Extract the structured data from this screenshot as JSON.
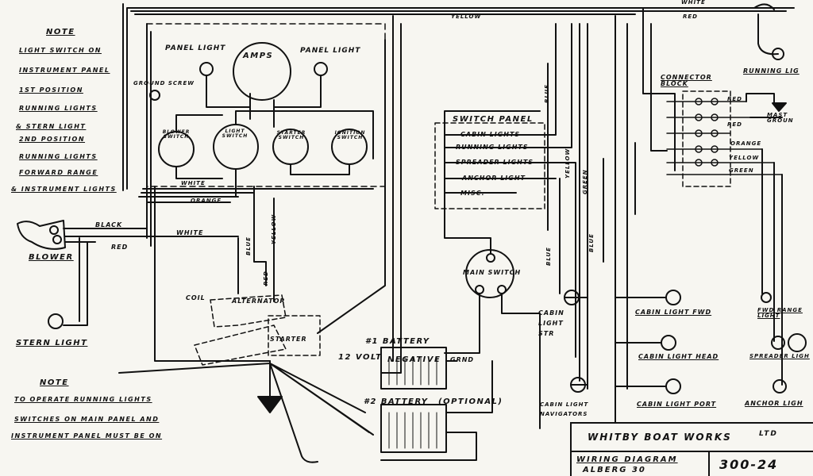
{
  "notes": {
    "top": {
      "heading": "NOTE",
      "lines": [
        "LIGHT SWITCH ON",
        "INSTRUMENT PANEL",
        "1ST POSITION",
        "RUNNING LIGHTS",
        "& STERN LIGHT",
        "2ND POSITION",
        "RUNNING LIGHTS",
        "FORWARD RANGE",
        "& INSTRUMENT LIGHTS"
      ]
    },
    "bottom": {
      "heading": "NOTE",
      "lines": [
        "TO OPERATE RUNNING LIGHTS",
        "SWITCHES ON MAIN PANEL AND",
        "INSTRUMENT PANEL MUST BE ON"
      ]
    }
  },
  "instrument_panel": {
    "panel_light_left": "PANEL LIGHT",
    "panel_light_right": "PANEL LIGHT",
    "amps": "AMPS",
    "ground_screw": "GROUND SCREW",
    "blower_switch": "BLOWER SWITCH",
    "light_switch": "LIGHT SWITCH",
    "starter_switch": "STARTER SWITCH",
    "ignition_switch": "IGNITION SWITCH"
  },
  "switch_panel": {
    "title": "SWITCH PANEL",
    "items": [
      "CABIN LIGHTS",
      "RUNNING LIGHTS",
      "SPREADER LIGHTS",
      "ANCHOR LIGHT",
      "MISC."
    ]
  },
  "connector_block": {
    "title": "CONNECTOR BLOCK",
    "wires": [
      "RED",
      "RED",
      "ORANGE",
      "YELLOW",
      "GREEN"
    ]
  },
  "wire_labels": {
    "yellow_top": "YELLOW",
    "white_top": "WHITE",
    "red_top": "RED",
    "white_1": "WHITE",
    "orange_1": "ORANGE",
    "white_2": "WHITE",
    "black": "BLACK",
    "red_blower": "RED",
    "blue_1": "BLUE",
    "yellow_1": "YELLOW",
    "red_coil": "RED",
    "blue_2": "BLUE",
    "yellow_2": "YELLOW",
    "green_1": "GREEN",
    "blue_3": "BLUE",
    "blue_4": "BLUE"
  },
  "components": {
    "blower": "BLOWER",
    "stern_light": "STERN LIGHT",
    "coil": "COIL",
    "alternator": "ALTERNATOR",
    "starter": "STARTER",
    "main_switch": "MAIN SWITCH",
    "battery1_title": "#1 BATTERY",
    "battery1_volt": "12 VOLT",
    "battery1_neg": "NEGATIVE",
    "battery1_grnd": "GRND",
    "battery2_title": "#2 BATTERY",
    "battery2_opt": "(OPTIONAL)",
    "running_lights": "RUNNING LIG",
    "mast_ground": "MAST GROUN",
    "fwd_range_light": "FWD RANGE LIGHT",
    "spreader_light": "SPREADER LIGH",
    "anchor_light": "ANCHOR LIGH",
    "cabin_light_str": "CABIN LIGHT STR",
    "cabin_light_navigators": "CABIN LIGHT NAVIGATORS",
    "cabin_light_fwd": "CABIN LIGHT FWD",
    "cabin_light_head": "CABIN LIGHT HEAD",
    "cabin_light_port": "CABIN LIGHT PORT"
  },
  "title_block": {
    "company": "WHITBY BOAT WORKS",
    "suffix": "LTD",
    "drawing": "WIRING DIAGRAM",
    "model": "ALBERG 30",
    "number": "300-24"
  },
  "colors": {
    "ink": "#111111",
    "paper": "#f7f6f1"
  }
}
